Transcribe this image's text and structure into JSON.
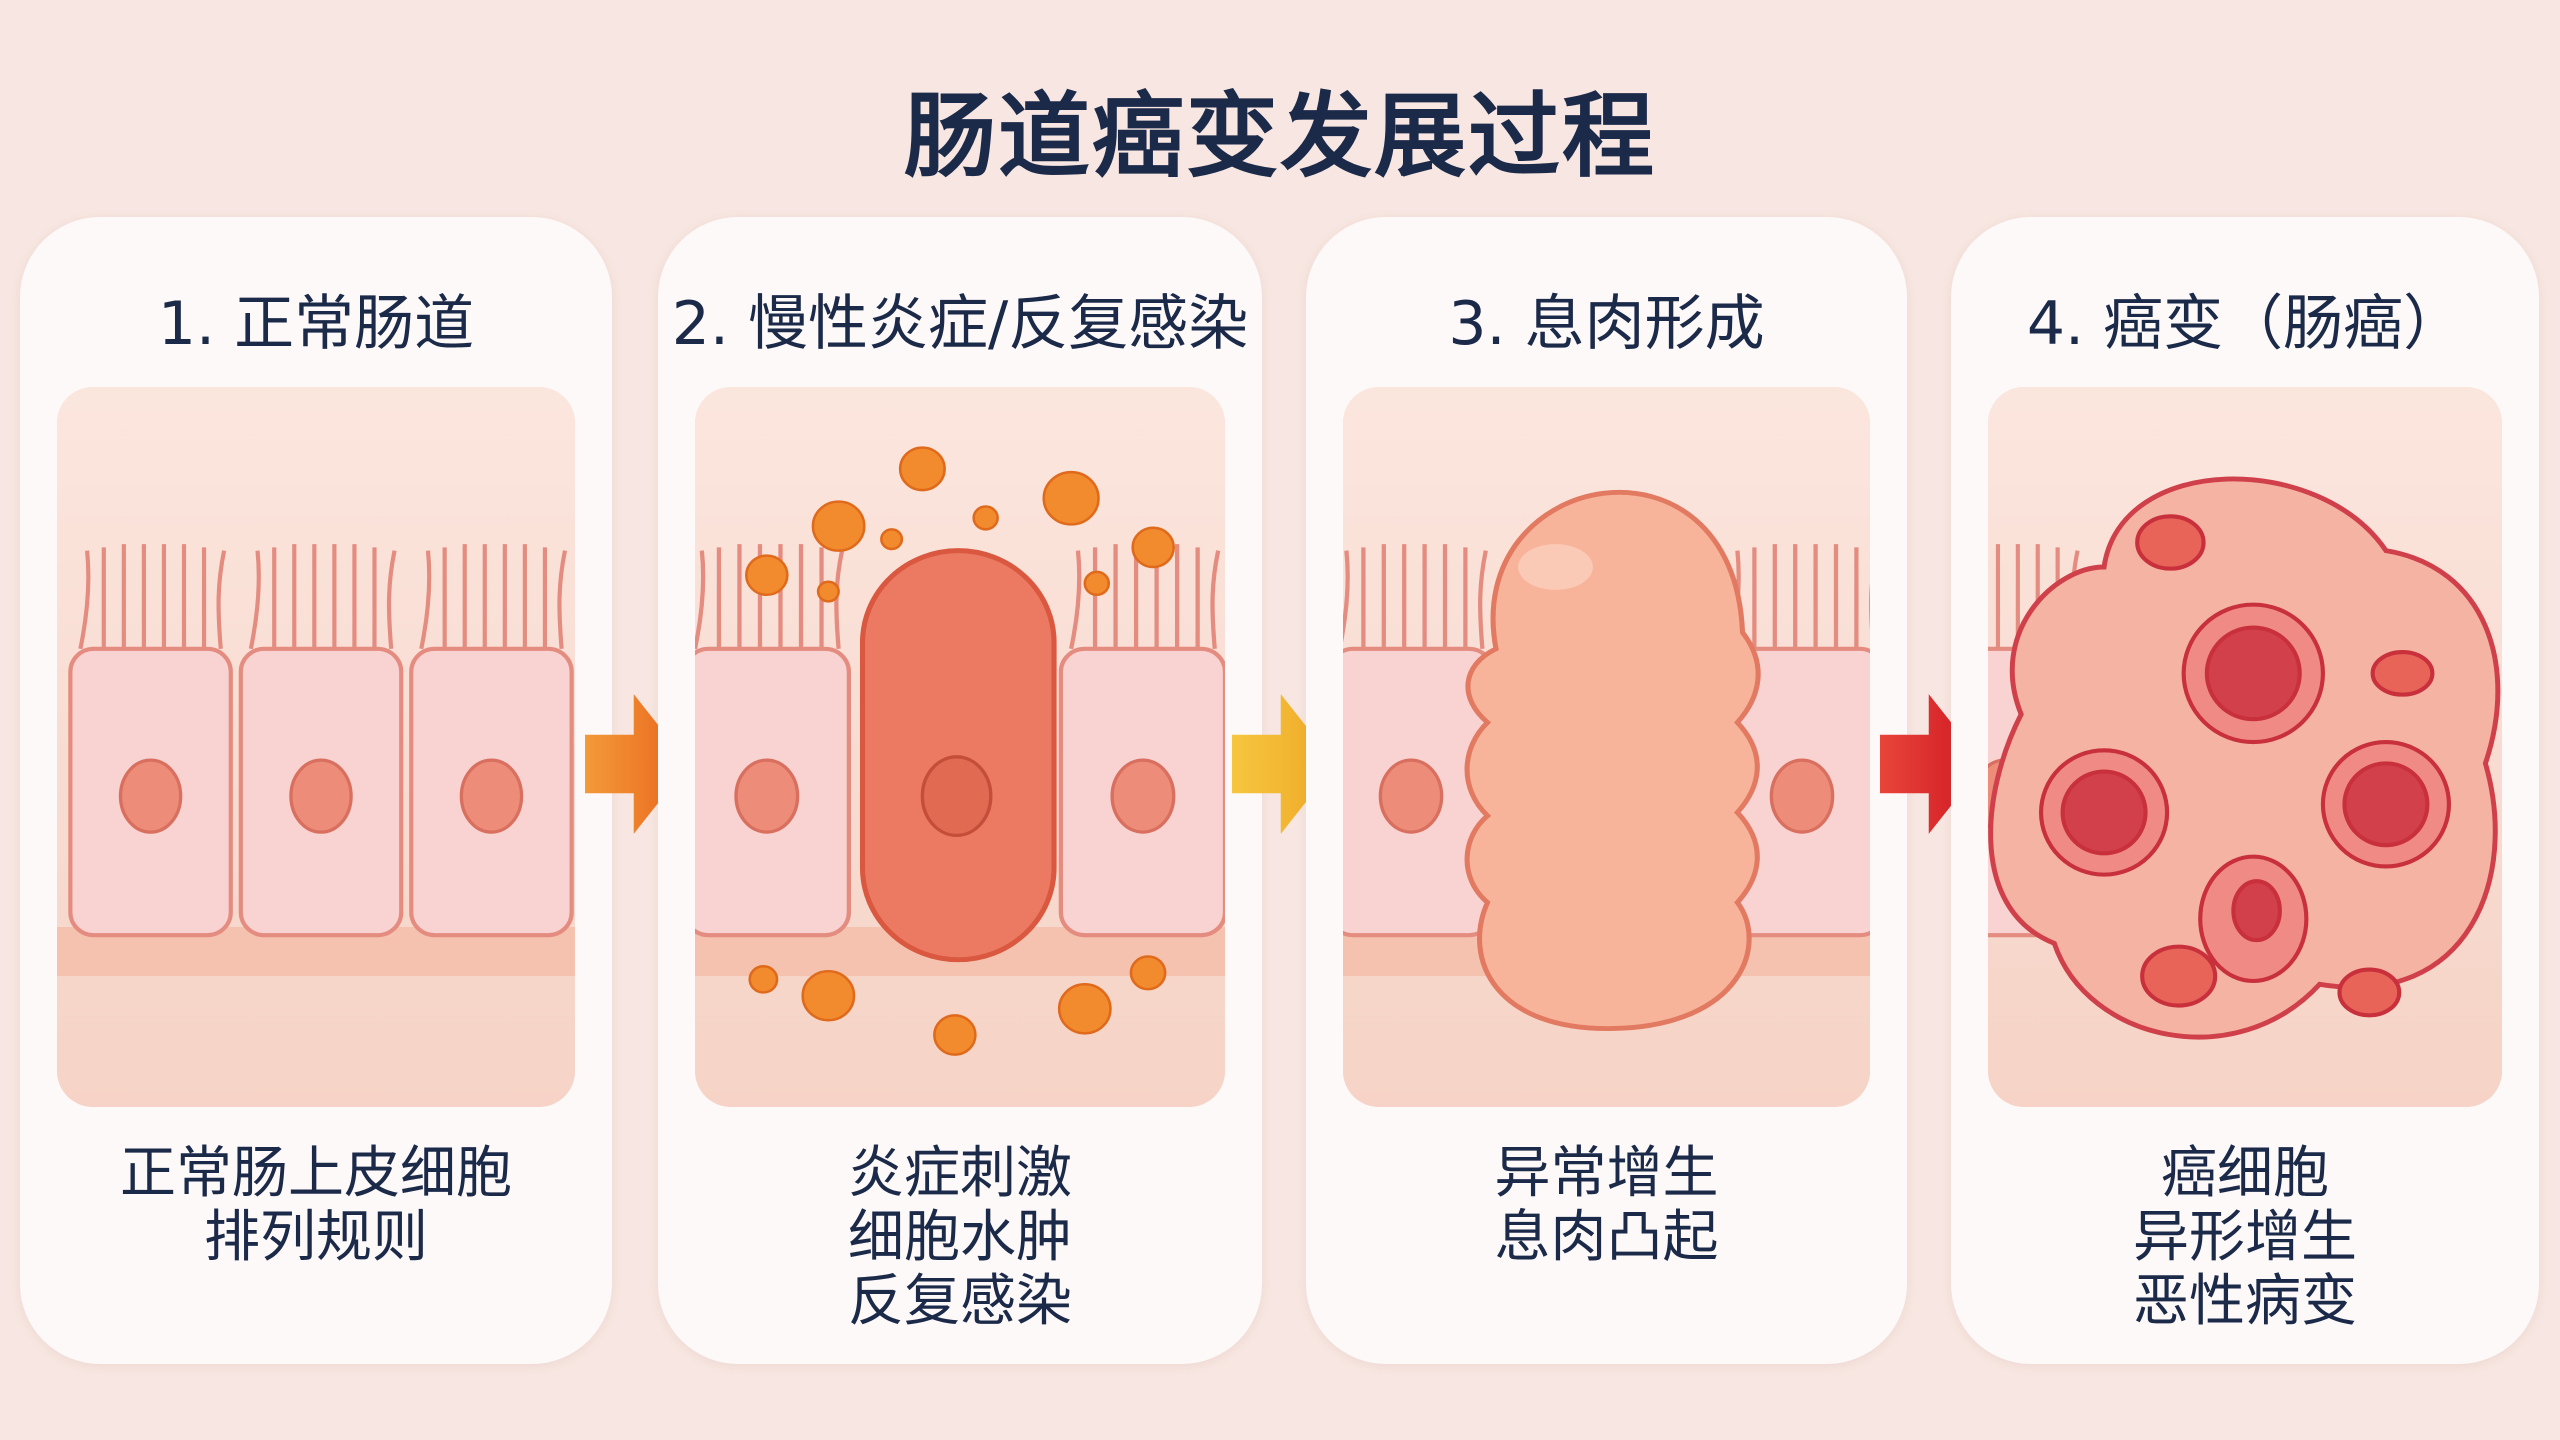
{
  "title": "肠道癌变发展过程",
  "stages": [
    {
      "title": "1. 正常肠道",
      "desc": [
        "正常肠上皮细胞",
        "排列规则"
      ]
    },
    {
      "title": "2. 慢性炎症/反复感染",
      "desc": [
        "炎症刺激",
        "细胞水肿",
        "反复感染"
      ]
    },
    {
      "title": "3. 息肉形成",
      "desc": [
        "异常增生",
        "息肉凸起"
      ]
    },
    {
      "title": "4. 癌变（肠癌）",
      "desc": [
        "癌细胞",
        "异形增生",
        "恶性病变"
      ]
    }
  ],
  "colors": {
    "arrow1": "#f07a1a",
    "arrow2": "#f2b92a",
    "arrow3": "#d8202a",
    "title": "#1c2a4a"
  }
}
